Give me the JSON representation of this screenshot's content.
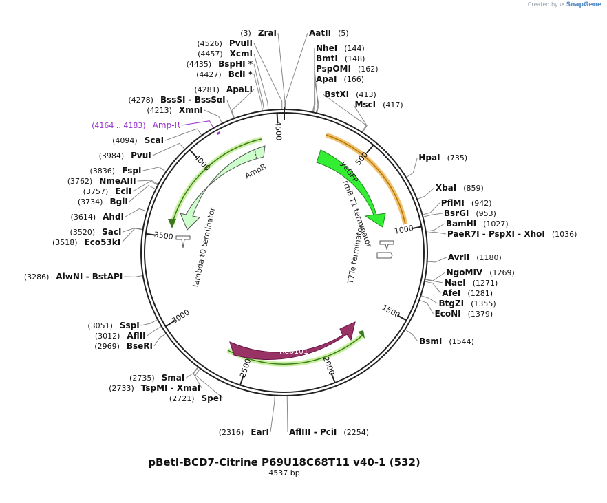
{
  "credit": {
    "prefix": "Created by",
    "brand": "SnapGene"
  },
  "plasmid": {
    "name": "pBetI-BCD7-Citrine P69U18C68T11 v40-1 (532)",
    "size_label": "4537 bp",
    "length": 4537
  },
  "colors": {
    "backbone": "#222222",
    "leader": "#888888",
    "purple": "#9933cc",
    "yeGFP": "#33ee33",
    "AmpR": "#ccffcc",
    "Rep101": "#993366",
    "orange_highlight": "#f0c070",
    "green_highlight": "#c8f0a0"
  },
  "ticks": [
    {
      "bp": 500,
      "label": "500"
    },
    {
      "bp": 1000,
      "label": "1000"
    },
    {
      "bp": 1500,
      "label": "1500"
    },
    {
      "bp": 2000,
      "label": "2000"
    },
    {
      "bp": 2500,
      "label": "2500"
    },
    {
      "bp": 3000,
      "label": "3000"
    },
    {
      "bp": 3500,
      "label": "3500"
    },
    {
      "bp": 4000,
      "label": "4000"
    },
    {
      "bp": 4500,
      "label": "4500"
    }
  ],
  "sites": [
    {
      "bp": 3,
      "pos": "(3)",
      "names": [
        "ZraI"
      ],
      "side": "left"
    },
    {
      "bp": 5,
      "pos": "(5)",
      "names": [
        "AatII"
      ],
      "side": "right"
    },
    {
      "bp": 144,
      "pos": "(144)",
      "names": [
        "NheI"
      ],
      "side": "right"
    },
    {
      "bp": 148,
      "pos": "(148)",
      "names": [
        "BmtI"
      ],
      "side": "right"
    },
    {
      "bp": 162,
      "pos": "(162)",
      "names": [
        "PspOMI"
      ],
      "side": "right"
    },
    {
      "bp": 166,
      "pos": "(166)",
      "names": [
        "ApaI"
      ],
      "side": "right"
    },
    {
      "bp": 413,
      "pos": "(413)",
      "names": [
        "BstXI"
      ],
      "side": "right"
    },
    {
      "bp": 417,
      "pos": "(417)",
      "names": [
        "MscI"
      ],
      "side": "right"
    },
    {
      "bp": 735,
      "pos": "(735)",
      "names": [
        "HpaI"
      ],
      "side": "right"
    },
    {
      "bp": 859,
      "pos": "(859)",
      "names": [
        "XbaI"
      ],
      "side": "right"
    },
    {
      "bp": 942,
      "pos": "(942)",
      "names": [
        "PflMI"
      ],
      "side": "right"
    },
    {
      "bp": 953,
      "pos": "(953)",
      "names": [
        "BsrGI"
      ],
      "side": "right"
    },
    {
      "bp": 1027,
      "pos": "(1027)",
      "names": [
        "BamHI"
      ],
      "side": "right"
    },
    {
      "bp": 1036,
      "pos": "(1036)",
      "names": [
        "PaeR7I",
        "PspXI",
        "XhoI"
      ],
      "side": "right"
    },
    {
      "bp": 1180,
      "pos": "(1180)",
      "names": [
        "AvrII"
      ],
      "side": "right"
    },
    {
      "bp": 1269,
      "pos": "(1269)",
      "names": [
        "NgoMIV"
      ],
      "side": "right"
    },
    {
      "bp": 1271,
      "pos": "(1271)",
      "names": [
        "NaeI"
      ],
      "side": "right"
    },
    {
      "bp": 1281,
      "pos": "(1281)",
      "names": [
        "AfeI"
      ],
      "side": "right"
    },
    {
      "bp": 1355,
      "pos": "(1355)",
      "names": [
        "BtgZI"
      ],
      "side": "right"
    },
    {
      "bp": 1379,
      "pos": "(1379)",
      "names": [
        "EcoNI"
      ],
      "side": "right"
    },
    {
      "bp": 1544,
      "pos": "(1544)",
      "names": [
        "BsmI"
      ],
      "side": "right"
    },
    {
      "bp": 2254,
      "pos": "(2254)",
      "names": [
        "AflIII",
        "PciI"
      ],
      "side": "right"
    },
    {
      "bp": 2316,
      "pos": "(2316)",
      "names": [
        "EarI"
      ],
      "side": "left"
    },
    {
      "bp": 2721,
      "pos": "(2721)",
      "names": [
        "SpeI"
      ],
      "side": "left"
    },
    {
      "bp": 2733,
      "pos": "(2733)",
      "names": [
        "TspMI",
        "XmaI"
      ],
      "side": "left"
    },
    {
      "bp": 2735,
      "pos": "(2735)",
      "names": [
        "SmaI"
      ],
      "side": "left"
    },
    {
      "bp": 2969,
      "pos": "(2969)",
      "names": [
        "BseRI"
      ],
      "side": "left"
    },
    {
      "bp": 3012,
      "pos": "(3012)",
      "names": [
        "AflII"
      ],
      "side": "left"
    },
    {
      "bp": 3051,
      "pos": "(3051)",
      "names": [
        "SspI"
      ],
      "side": "left"
    },
    {
      "bp": 3286,
      "pos": "(3286)",
      "names": [
        "AlwNI",
        "BstAPI"
      ],
      "side": "left"
    },
    {
      "bp": 3518,
      "pos": "(3518)",
      "names": [
        "Eco53kI"
      ],
      "side": "left"
    },
    {
      "bp": 3520,
      "pos": "(3520)",
      "names": [
        "SacI"
      ],
      "side": "left"
    },
    {
      "bp": 3614,
      "pos": "(3614)",
      "names": [
        "AhdI"
      ],
      "side": "left"
    },
    {
      "bp": 3734,
      "pos": "(3734)",
      "names": [
        "BglI"
      ],
      "side": "left"
    },
    {
      "bp": 3757,
      "pos": "(3757)",
      "names": [
        "EclI"
      ],
      "side": "left"
    },
    {
      "bp": 3762,
      "pos": "(3762)",
      "names": [
        "NmeAIII"
      ],
      "side": "left"
    },
    {
      "bp": 3836,
      "pos": "(3836)",
      "names": [
        "FspI"
      ],
      "side": "left"
    },
    {
      "bp": 3984,
      "pos": "(3984)",
      "names": [
        "PvuI"
      ],
      "side": "left"
    },
    {
      "bp": 4094,
      "pos": "(4094)",
      "names": [
        "ScaI"
      ],
      "side": "left"
    },
    {
      "bp": 4164,
      "pos": "(4164 .. 4183)",
      "names": [
        "Amp-R"
      ],
      "side": "left",
      "purple": true
    },
    {
      "bp": 4213,
      "pos": "(4213)",
      "names": [
        "XmnI"
      ],
      "side": "left"
    },
    {
      "bp": 4278,
      "pos": "(4278)",
      "names": [
        "BssSI",
        "BssSαI"
      ],
      "side": "left"
    },
    {
      "bp": 4281,
      "pos": "(4281)",
      "names": [
        "ApaLI"
      ],
      "side": "left"
    },
    {
      "bp": 4427,
      "pos": "(4427)",
      "names": [
        "BclI *"
      ],
      "side": "left"
    },
    {
      "bp": 4435,
      "pos": "(4435)",
      "names": [
        "BspHI *"
      ],
      "side": "left"
    },
    {
      "bp": 4457,
      "pos": "(4457)",
      "names": [
        "XcmI"
      ],
      "side": "left"
    },
    {
      "bp": 4526,
      "pos": "(4526)",
      "names": [
        "PvuII"
      ],
      "side": "left"
    }
  ],
  "features": {
    "yeGFP": "yeGFP",
    "rrnB": "rrnB T1 terminator",
    "T7Te": "T7Te terminator",
    "AmpR": "AmpR",
    "lambda": "lambda t0 terminator",
    "Rep101": "Rep101"
  }
}
